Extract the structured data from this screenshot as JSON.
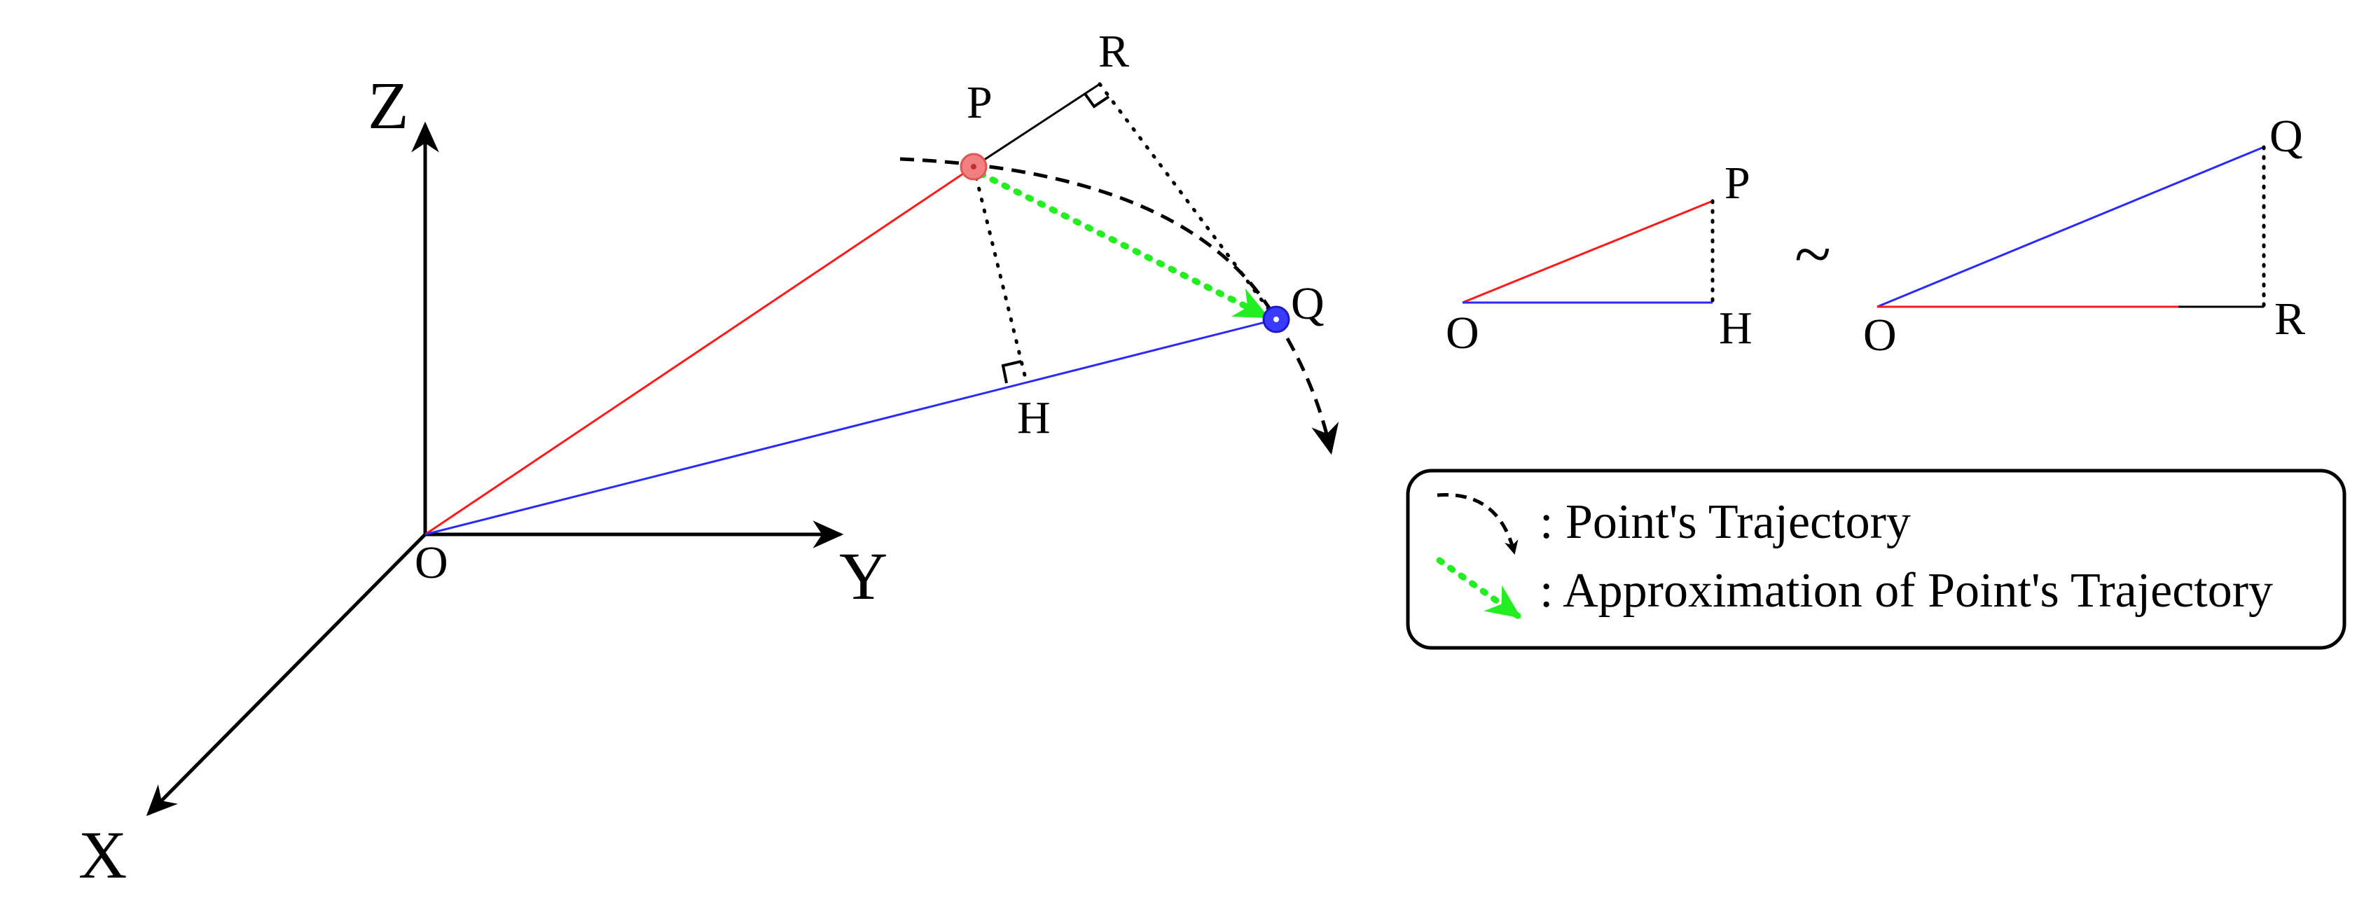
{
  "colors": {
    "red": "#ff1a1a",
    "blue": "#2a2aff",
    "green": "#22ee22",
    "black": "#000000",
    "point_p_fill": "#f28080",
    "point_q_fill": "#3b3bff"
  },
  "axes": {
    "x_label": "X",
    "y_label": "Y",
    "z_label": "Z",
    "origin_label": "O"
  },
  "points_3d": {
    "p_label": "P",
    "q_label": "Q",
    "r_label": "R",
    "h_label": "H"
  },
  "similar_triangles": {
    "left": {
      "o_label": "O",
      "p_label": "P",
      "h_label": "H"
    },
    "similarity_symbol": "~",
    "right": {
      "o_label": "O",
      "q_label": "Q",
      "r_label": "R"
    }
  },
  "legend": {
    "trajectory_label": ": Point's Trajectory",
    "approximation_label": ": Approximation of Point's Trajectory"
  }
}
